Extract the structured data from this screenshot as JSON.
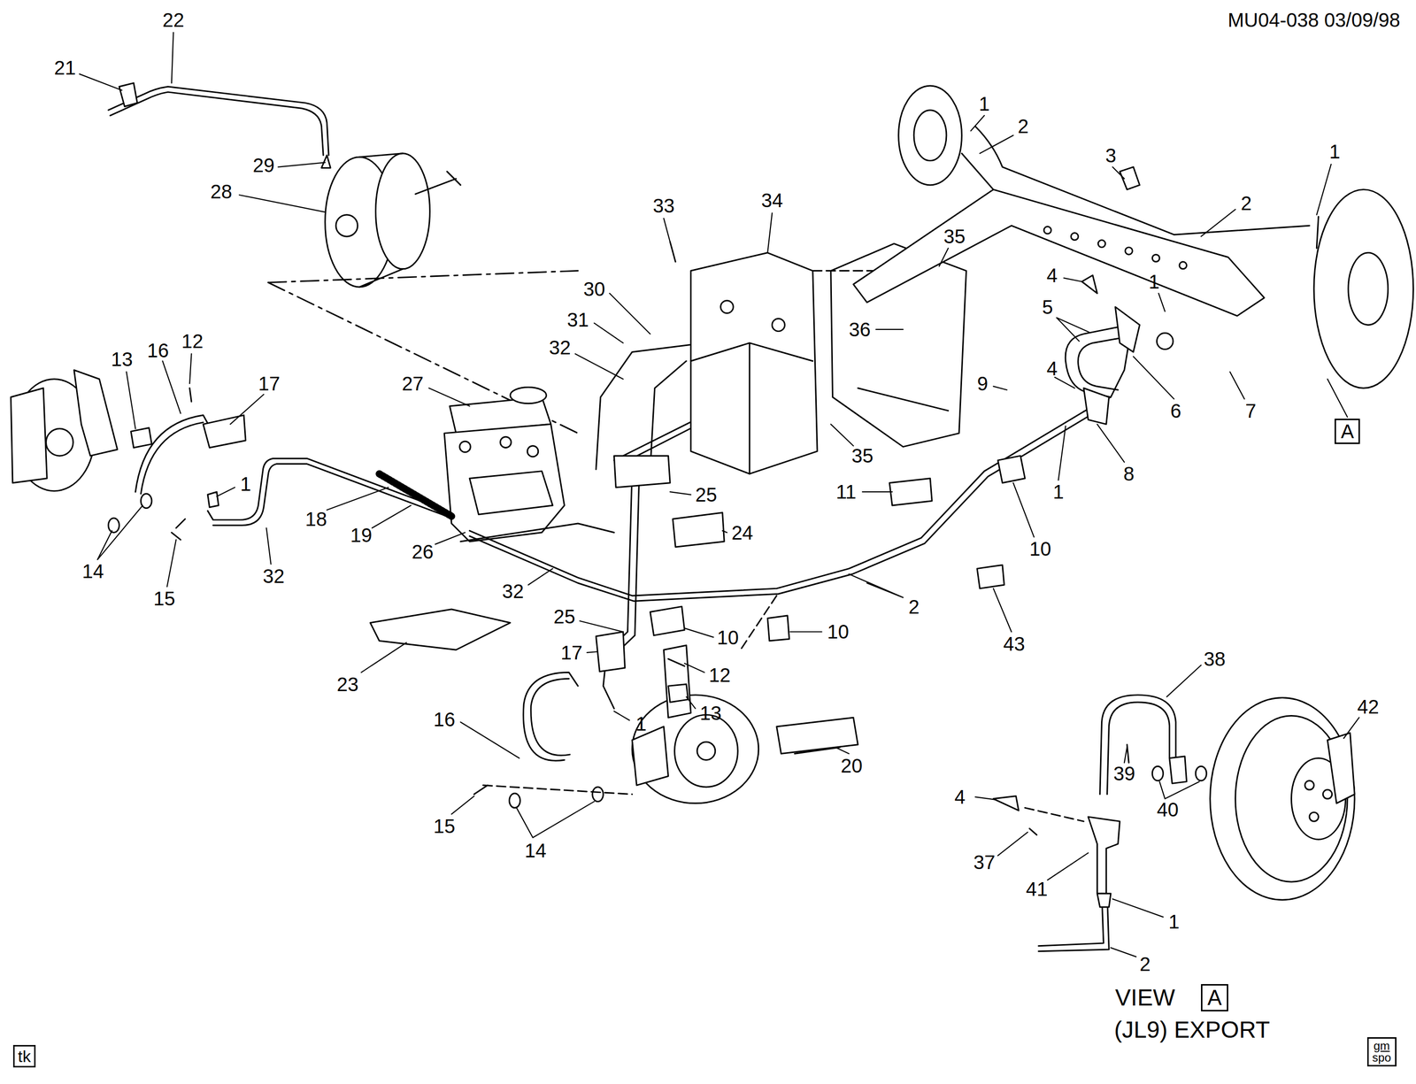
{
  "diagram": {
    "nodes": [
      {
        "text": [
          "A"
        ]
      },
      {
        "text": [
          "A"
        ]
      },
      {
        "text": [
          "tk"
        ]
      },
      {
        "text": [
          "gm",
          "spo"
        ]
      }
    ],
    "labels": [
      "MU04-038 03/09/98",
      "22",
      "21",
      "1",
      "2",
      "3",
      "2",
      "1",
      "33",
      "34",
      "35",
      "29",
      "28",
      "30",
      "31",
      "32",
      "4",
      "1",
      "5",
      "36",
      "6",
      "7",
      "12",
      "16",
      "13",
      "17",
      "27",
      "4",
      "9",
      "35",
      "8",
      "1",
      "1",
      "25",
      "24",
      "10",
      "11",
      "18",
      "19",
      "26",
      "14",
      "15",
      "32",
      "32",
      "2",
      "25",
      "10",
      "10",
      "43",
      "17",
      "12",
      "13",
      "1",
      "23",
      "38",
      "42",
      "16",
      "20",
      "39",
      "40",
      "4",
      "15",
      "14",
      "37",
      "41",
      "1",
      "2",
      "VIEW",
      "(JL9) EXPORT"
    ]
  }
}
